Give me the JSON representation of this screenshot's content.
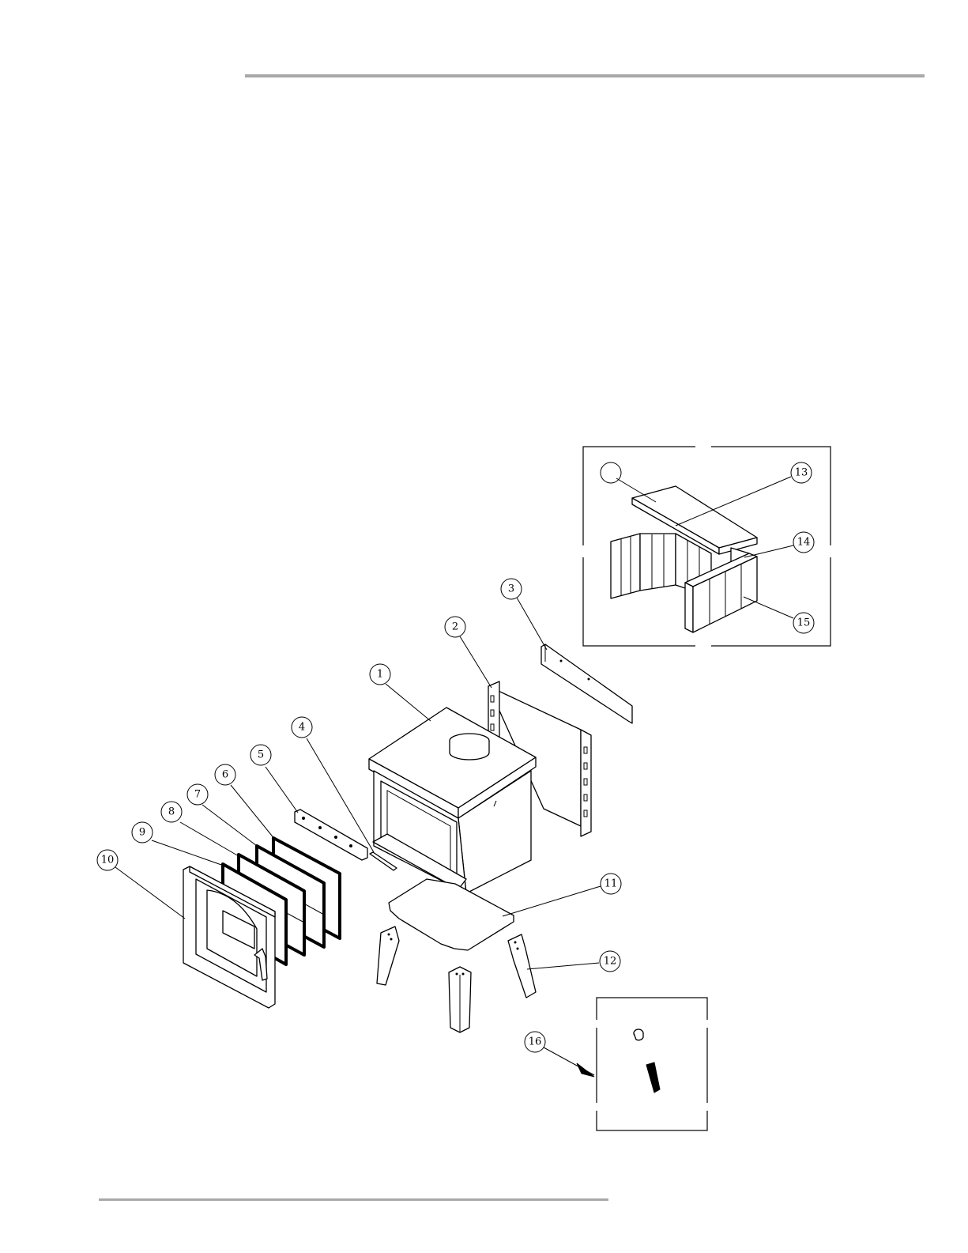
{
  "callouts": [
    {
      "id": "1",
      "label": "1"
    },
    {
      "id": "2",
      "label": "2"
    },
    {
      "id": "3",
      "label": "3"
    },
    {
      "id": "4",
      "label": "4"
    },
    {
      "id": "5",
      "label": "5"
    },
    {
      "id": "6",
      "label": "6"
    },
    {
      "id": "7",
      "label": "7"
    },
    {
      "id": "8",
      "label": "8"
    },
    {
      "id": "9",
      "label": "9"
    },
    {
      "id": "10",
      "label": "10"
    },
    {
      "id": "11",
      "label": "11"
    },
    {
      "id": "12",
      "label": "12"
    },
    {
      "id": "13",
      "label": "13"
    },
    {
      "id": "14",
      "label": "14"
    },
    {
      "id": "15",
      "label": "15"
    },
    {
      "id": "16",
      "label": "16"
    }
  ],
  "colors": {
    "rule": "#a8a8a8",
    "line": "#000000",
    "background": "#ffffff"
  }
}
